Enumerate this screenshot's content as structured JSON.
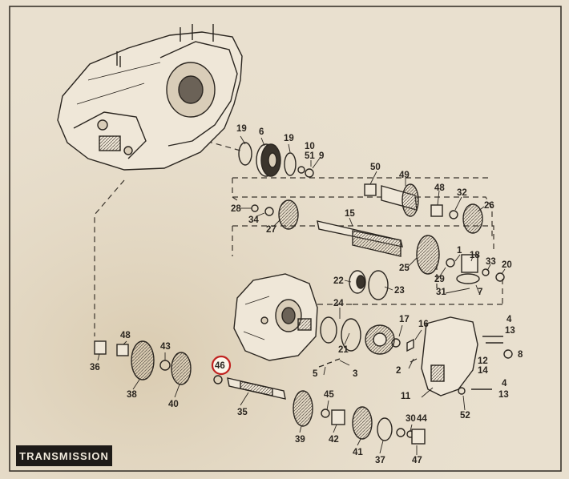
{
  "title": "TRANSMISSION",
  "highlighted_part": "46",
  "colors": {
    "paper": "#e9e0cf",
    "ink": "#2b2620",
    "highlight": "#c0211f",
    "title_bg": "#1e1b18",
    "title_fg": "#f1eadc"
  },
  "labels": [
    {
      "id": "l19a",
      "text": "19"
    },
    {
      "id": "l6",
      "text": "6"
    },
    {
      "id": "l19b",
      "text": "19"
    },
    {
      "id": "l10",
      "text": "10"
    },
    {
      "id": "l51",
      "text": "51"
    },
    {
      "id": "l9",
      "text": "9"
    },
    {
      "id": "l50",
      "text": "50"
    },
    {
      "id": "l49",
      "text": "49"
    },
    {
      "id": "l48a",
      "text": "48"
    },
    {
      "id": "l32",
      "text": "32"
    },
    {
      "id": "l26",
      "text": "26"
    },
    {
      "id": "l28",
      "text": "28"
    },
    {
      "id": "l34",
      "text": "34"
    },
    {
      "id": "l27",
      "text": "27"
    },
    {
      "id": "l15",
      "text": "15"
    },
    {
      "id": "l25",
      "text": "25"
    },
    {
      "id": "l1",
      "text": "1"
    },
    {
      "id": "l18",
      "text": "18"
    },
    {
      "id": "l33",
      "text": "33"
    },
    {
      "id": "l20",
      "text": "20"
    },
    {
      "id": "l29",
      "text": "29"
    },
    {
      "id": "l31",
      "text": "31"
    },
    {
      "id": "l7",
      "text": "7"
    },
    {
      "id": "l22",
      "text": "22"
    },
    {
      "id": "l23",
      "text": "23"
    },
    {
      "id": "l24",
      "text": "24"
    },
    {
      "id": "l21",
      "text": "21"
    },
    {
      "id": "l17",
      "text": "17"
    },
    {
      "id": "l16",
      "text": "16"
    },
    {
      "id": "l4a",
      "text": "4"
    },
    {
      "id": "l13a",
      "text": "13"
    },
    {
      "id": "l12",
      "text": "12"
    },
    {
      "id": "l14",
      "text": "14"
    },
    {
      "id": "l8",
      "text": "8"
    },
    {
      "id": "l5",
      "text": "5"
    },
    {
      "id": "l3",
      "text": "3"
    },
    {
      "id": "l2",
      "text": "2"
    },
    {
      "id": "l11",
      "text": "11"
    },
    {
      "id": "l4b",
      "text": "4"
    },
    {
      "id": "l13b",
      "text": "13"
    },
    {
      "id": "l52",
      "text": "52"
    },
    {
      "id": "l36",
      "text": "36"
    },
    {
      "id": "l48b",
      "text": "48"
    },
    {
      "id": "l43",
      "text": "43"
    },
    {
      "id": "l38",
      "text": "38"
    },
    {
      "id": "l40",
      "text": "40"
    },
    {
      "id": "l46",
      "text": "46"
    },
    {
      "id": "l35",
      "text": "35"
    },
    {
      "id": "l45",
      "text": "45"
    },
    {
      "id": "l39",
      "text": "39"
    },
    {
      "id": "l42",
      "text": "42"
    },
    {
      "id": "l30",
      "text": "30"
    },
    {
      "id": "l44",
      "text": "44"
    },
    {
      "id": "l41",
      "text": "41"
    },
    {
      "id": "l37",
      "text": "37"
    },
    {
      "id": "l47",
      "text": "47"
    }
  ]
}
